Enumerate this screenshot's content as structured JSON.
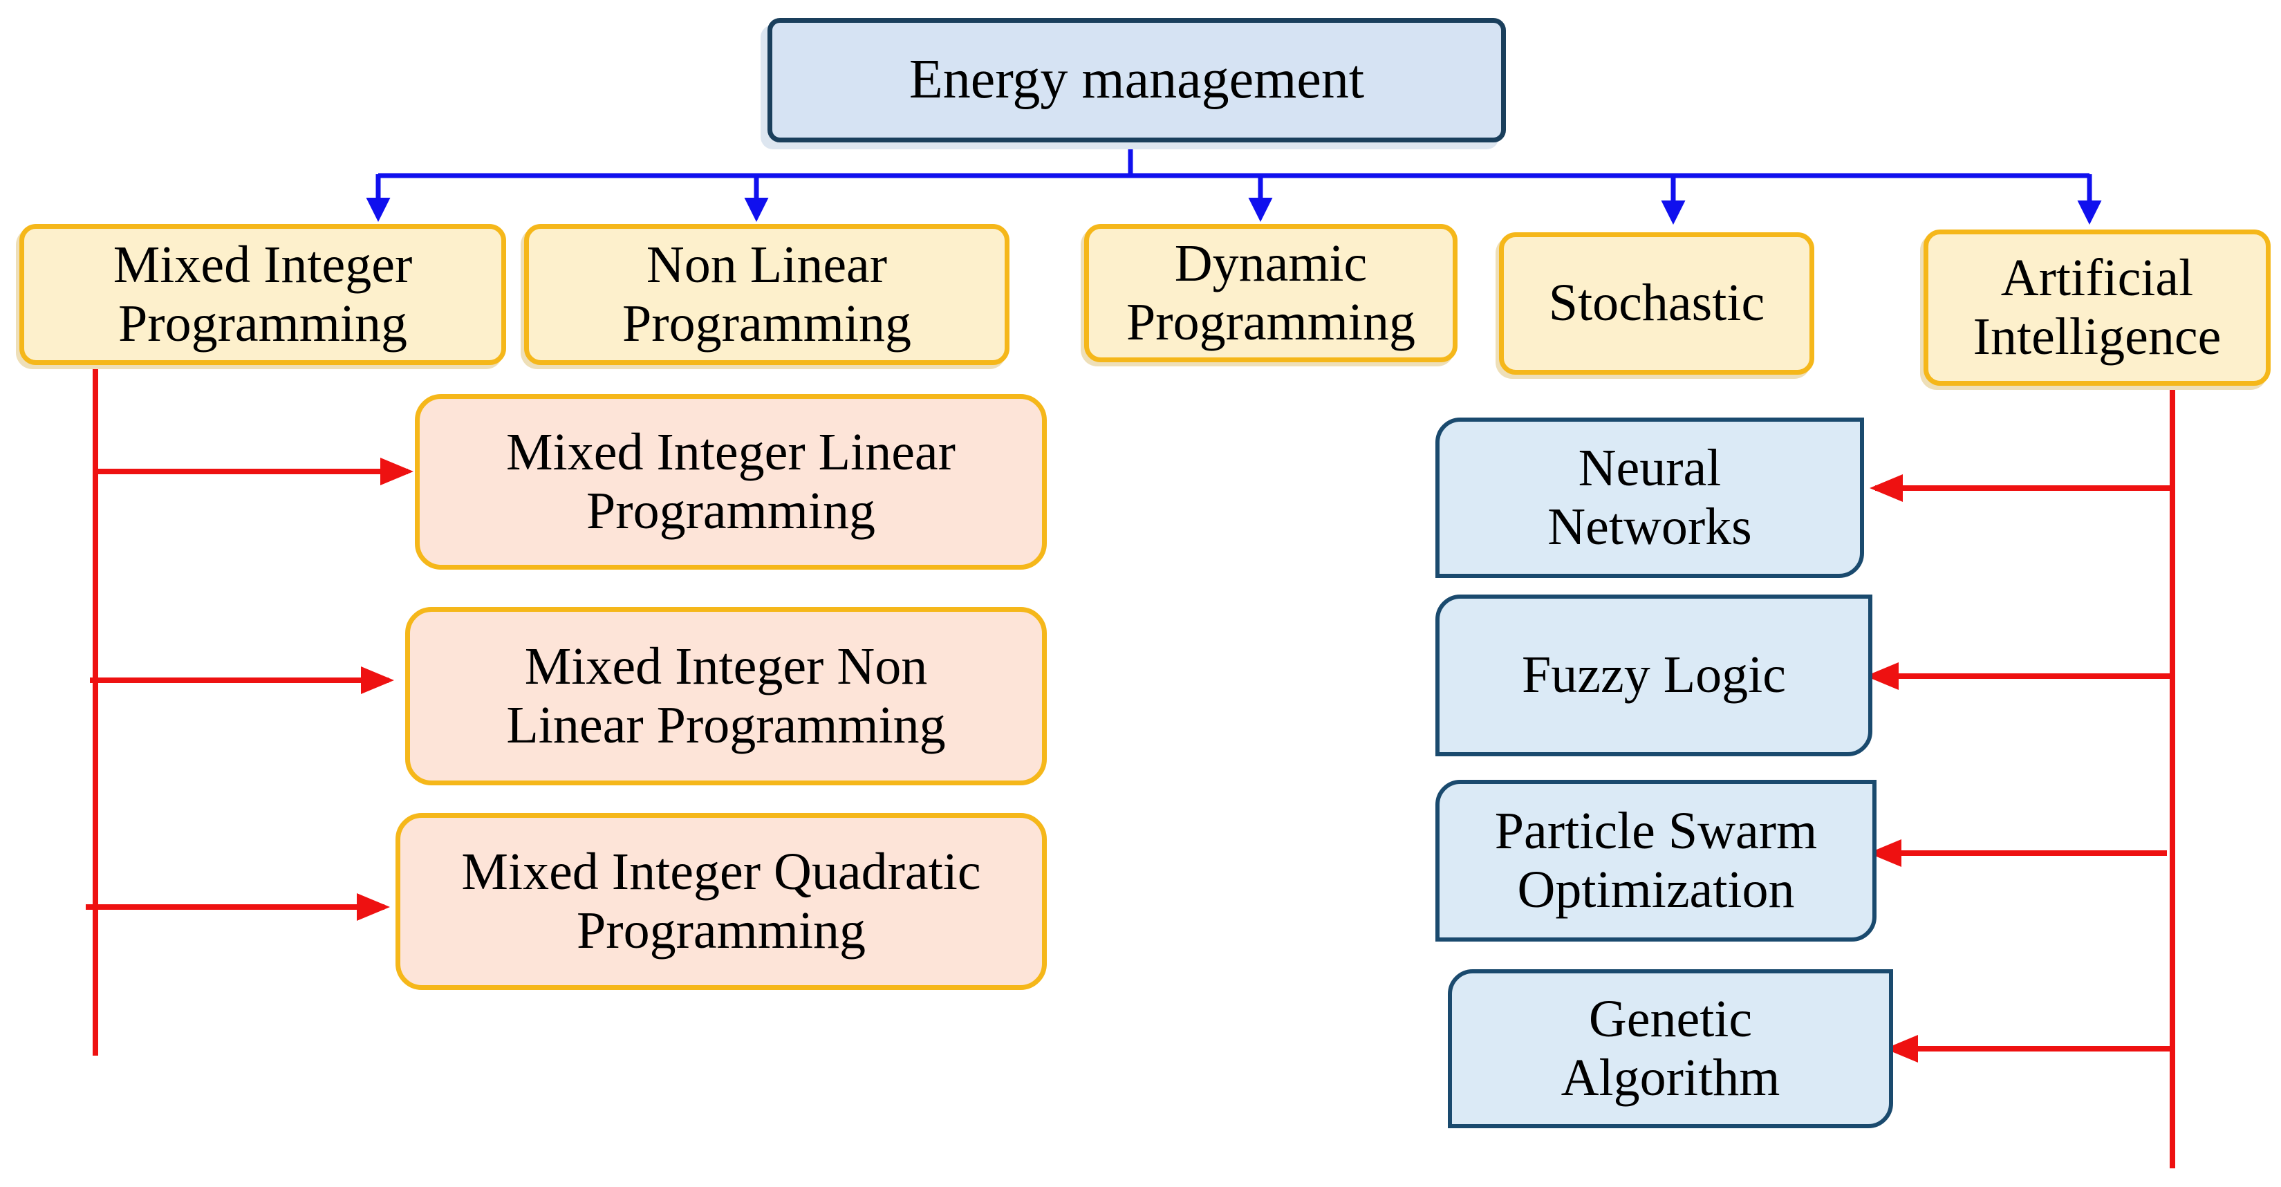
{
  "root": {
    "label": "Energy management"
  },
  "categories": [
    {
      "lines": [
        "Mixed Integer",
        "Programming"
      ]
    },
    {
      "lines": [
        "Non Linear",
        "Programming"
      ]
    },
    {
      "lines": [
        "Dynamic",
        "Programming"
      ]
    },
    {
      "lines": [
        "Stochastic"
      ]
    },
    {
      "lines": [
        "Artificial",
        "Intelligence"
      ]
    }
  ],
  "mip_children": [
    {
      "lines": [
        "Mixed Integer Linear",
        "Programming"
      ]
    },
    {
      "lines": [
        "Mixed Integer Non",
        "Linear Programming"
      ]
    },
    {
      "lines": [
        "Mixed Integer Quadratic",
        "Programming"
      ]
    }
  ],
  "ai_children": [
    {
      "lines": [
        "Neural",
        "Networks"
      ]
    },
    {
      "lines": [
        "Fuzzy Logic"
      ]
    },
    {
      "lines": [
        "Particle Swarm",
        "Optimization"
      ]
    },
    {
      "lines": [
        "Genetic",
        "Algorithm"
      ]
    }
  ],
  "colors": {
    "blue_connector": "#1010ee",
    "red_connector": "#ee1111",
    "category_border": "#f5b71a",
    "root_fill": "#d6e3f3",
    "ai_fill": "#dbeaf6",
    "mip_fill": "#fde4d8"
  }
}
